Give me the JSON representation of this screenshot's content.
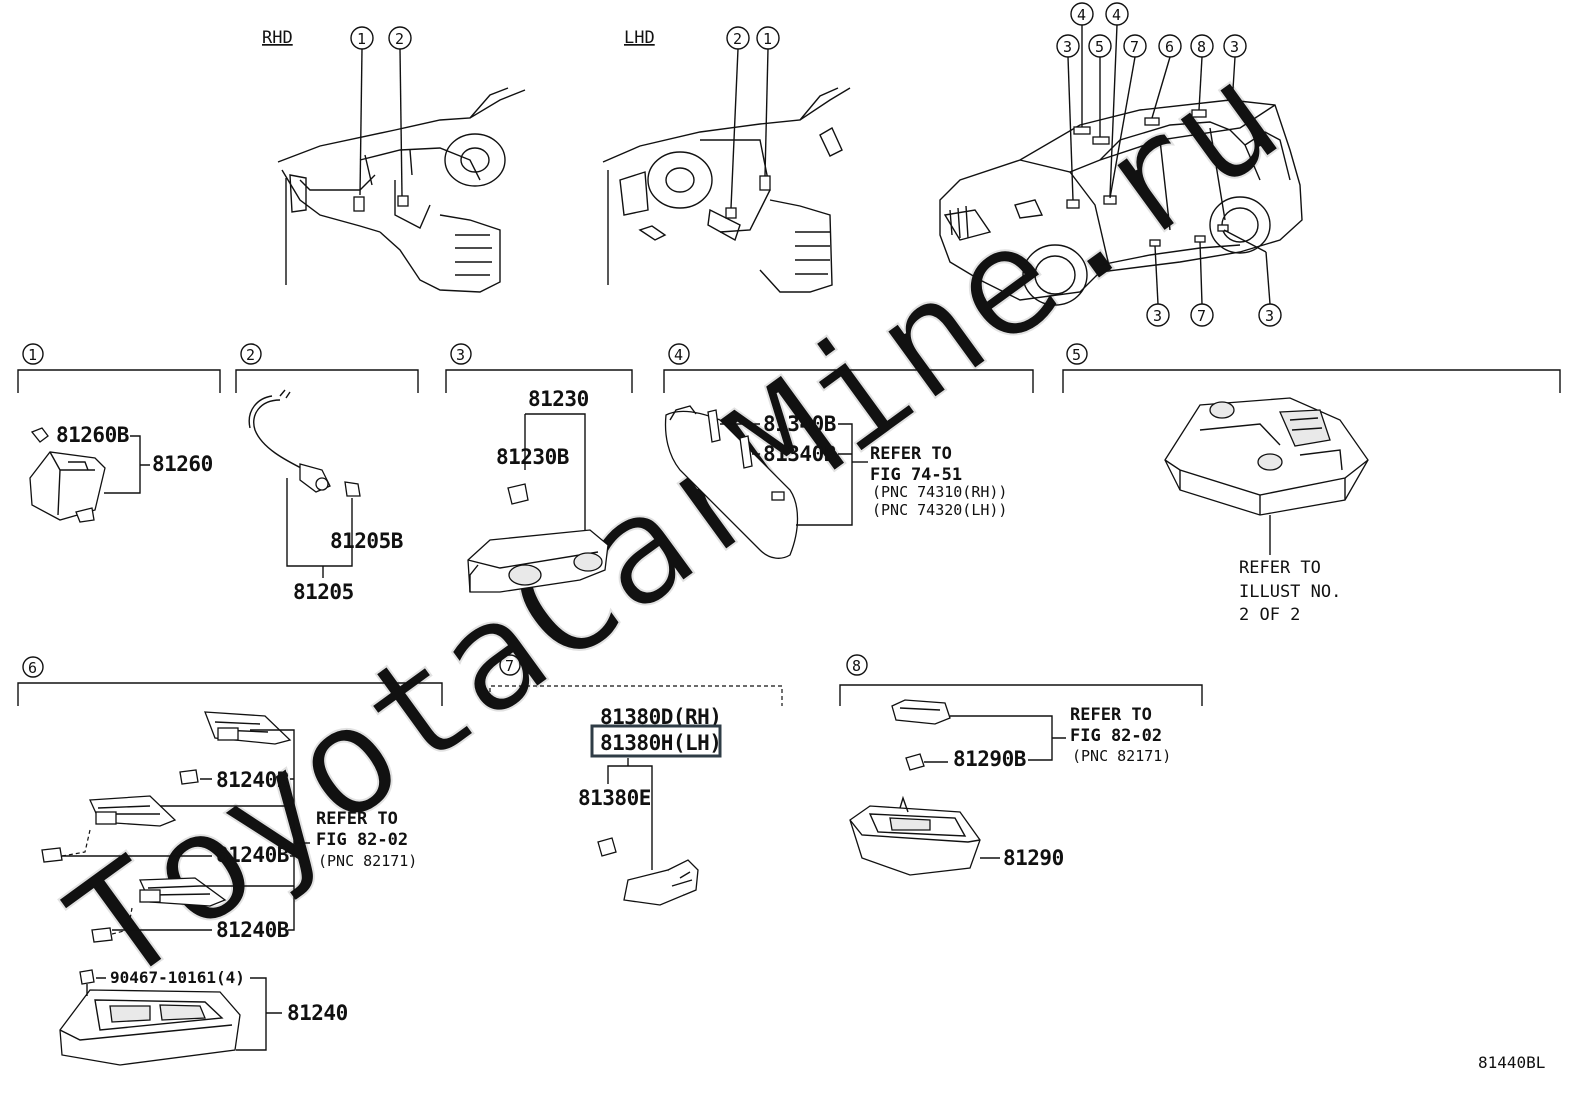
{
  "watermark": "ToyotaCarMine.ru",
  "figure_code": "81440BL",
  "views": {
    "rhd_label": "RHD",
    "lhd_label": "LHD"
  },
  "callout_numbers": [
    "1",
    "2",
    "3",
    "4",
    "5",
    "6",
    "7",
    "8"
  ],
  "sections": {
    "s1": {
      "num": "1",
      "parts": [
        "81260B",
        "81260"
      ]
    },
    "s2": {
      "num": "2",
      "parts": [
        "81205B",
        "81205"
      ]
    },
    "s3": {
      "num": "3",
      "parts": [
        "81230",
        "81230B"
      ]
    },
    "s4": {
      "num": "4",
      "parts": [
        "81340B",
        "81340B"
      ],
      "ref": [
        "REFER TO",
        "FIG 74-51",
        "(PNC 74310(RH))",
        "(PNC 74320(LH))"
      ]
    },
    "s5": {
      "num": "5",
      "ref": [
        "REFER TO",
        "ILLUST NO.",
        "2 OF 2"
      ]
    },
    "s6": {
      "num": "6",
      "parts": [
        "81240B",
        "81240B",
        "81240B",
        "90467-10161(4)",
        "81240"
      ],
      "ref": [
        "REFER TO",
        "FIG 82-02",
        "(PNC 82171)"
      ]
    },
    "s7": {
      "num": "7",
      "parts": [
        "81380D(RH)",
        "81380H(LH)",
        "81380E"
      ]
    },
    "s8": {
      "num": "8",
      "parts": [
        "81290B",
        "81290"
      ],
      "ref": [
        "REFER TO",
        "FIG 82-02",
        "(PNC 82171)"
      ]
    }
  }
}
